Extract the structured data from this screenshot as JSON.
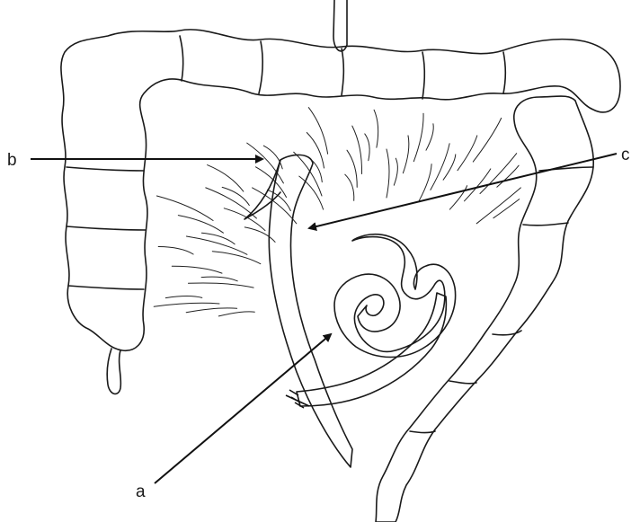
{
  "labels": {
    "a": "a",
    "b": "b",
    "c": "c"
  },
  "colors": {
    "colon_fill": "#e3e3e3",
    "small_bowel_fill": "#cfcfcf",
    "line": "#1a1a1a",
    "background": "#ffffff"
  }
}
